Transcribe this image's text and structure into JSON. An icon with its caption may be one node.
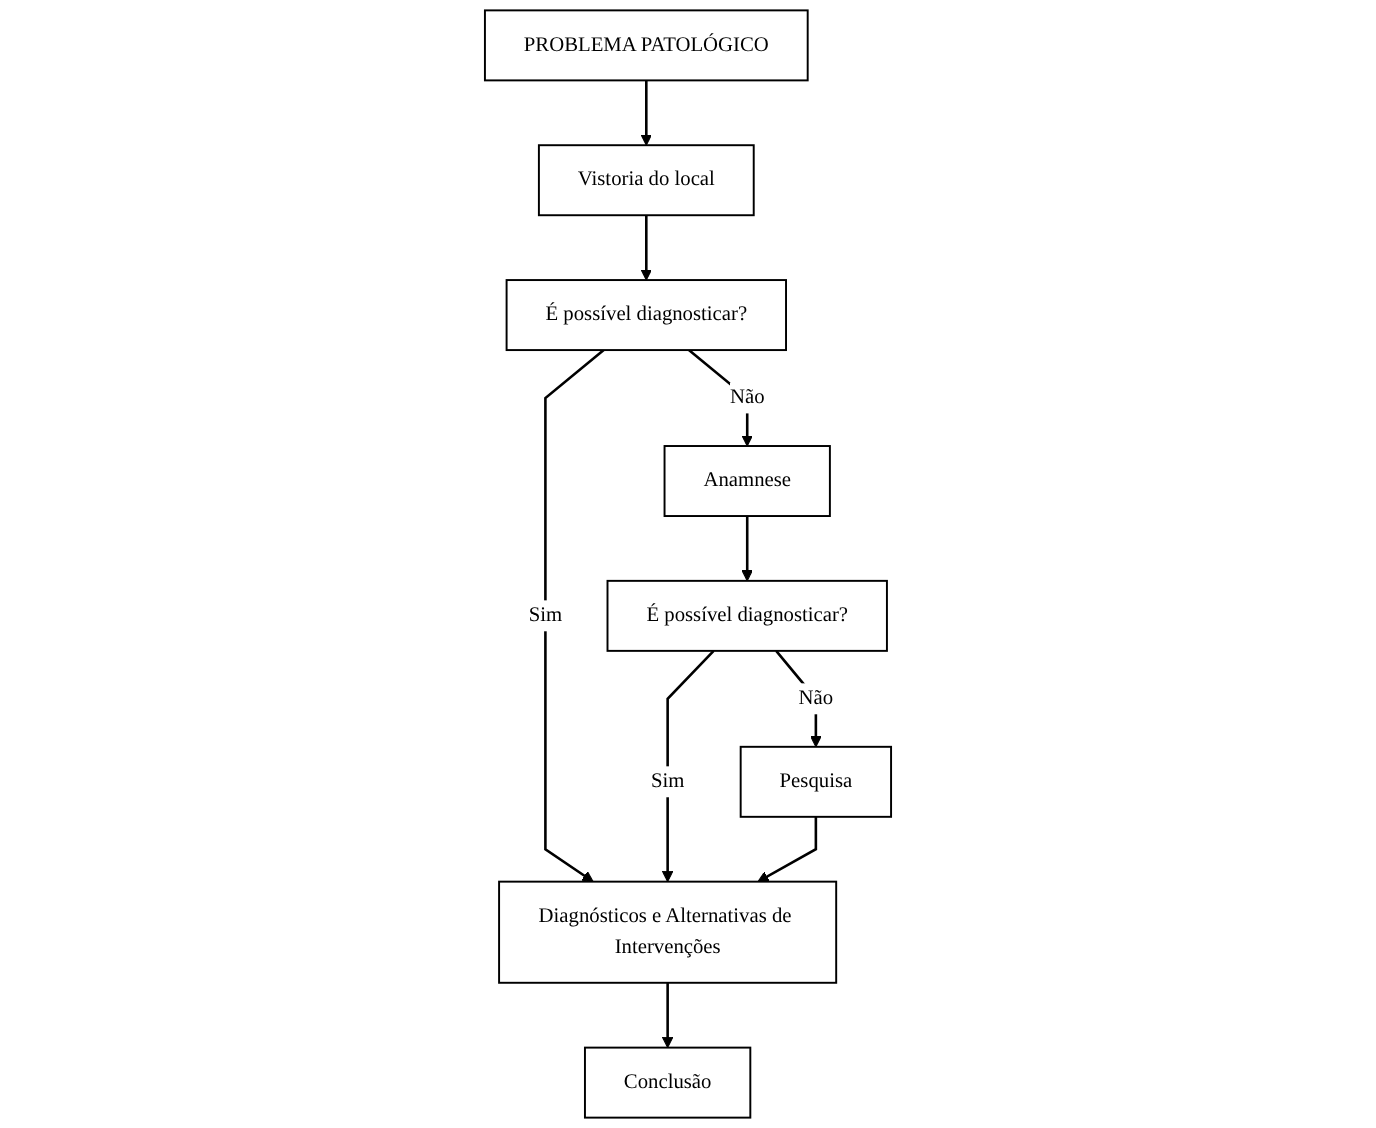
{
  "diagram": {
    "nodes": [
      {
        "text": [
          "PROBLEMA PATOLÓGICO"
        ]
      },
      {
        "text": [
          "Vistoria do local"
        ]
      },
      {
        "text": [
          "É possível diagnosticar?"
        ]
      },
      {
        "text": [
          "Anamnese"
        ]
      },
      {
        "text": [
          "É possível diagnosticar?"
        ]
      },
      {
        "text": [
          "Pesquisa"
        ]
      },
      {
        "text": [
          "Diagnósticos e Alternativas de Intervenções"
        ]
      },
      {
        "text": [
          "Conclusão"
        ]
      }
    ],
    "edges": [
      {
        "from": 0,
        "to": 1,
        "arrow": "to"
      },
      {
        "from": 1,
        "to": 2,
        "arrow": "to"
      },
      {
        "from": 2,
        "to": 3,
        "arrow": "to",
        "label": "Não"
      },
      {
        "from": 3,
        "to": 4,
        "arrow": "to"
      },
      {
        "from": 4,
        "to": 5,
        "arrow": "to",
        "label": "Não"
      },
      {
        "from": 2,
        "to": 6,
        "arrow": "to",
        "label": "Sim"
      },
      {
        "from": 4,
        "to": 6,
        "arrow": "to",
        "label": "Sim"
      },
      {
        "from": 5,
        "to": 6,
        "arrow": "to"
      },
      {
        "from": 6,
        "to": 7,
        "arrow": "to"
      }
    ]
  }
}
